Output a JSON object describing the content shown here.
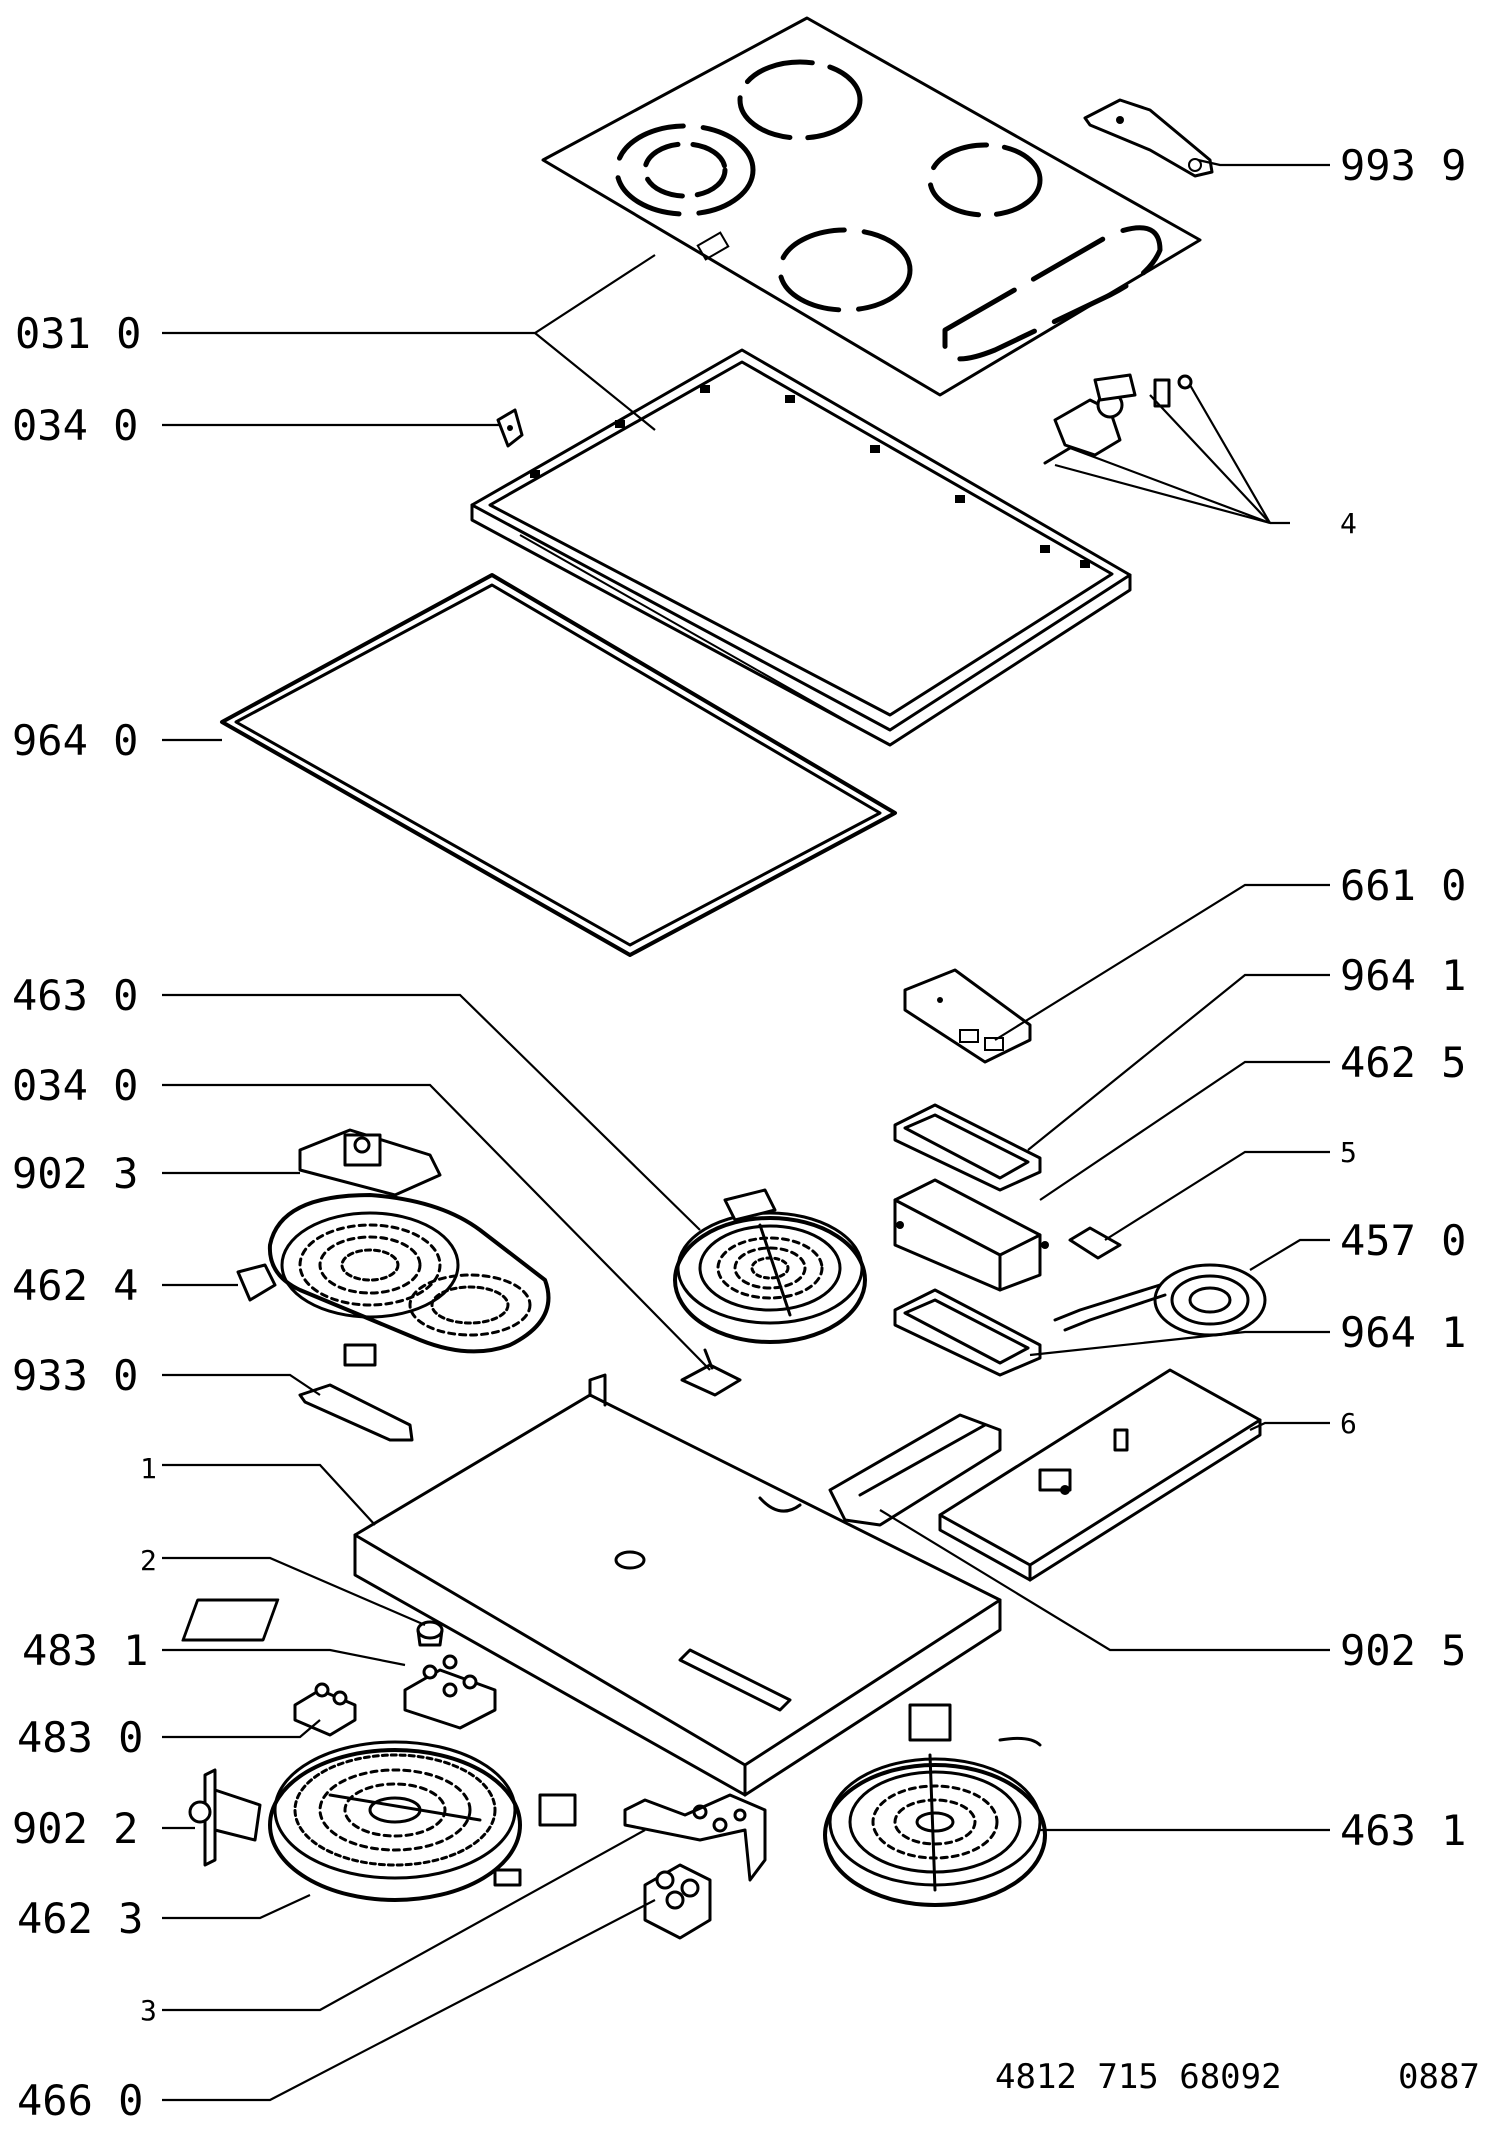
{
  "labels_left": [
    {
      "id": "031-0",
      "text": "031 0"
    },
    {
      "id": "034-0-top",
      "text": "034 0"
    },
    {
      "id": "964-0",
      "text": "964 0"
    },
    {
      "id": "463-0",
      "text": "463 0"
    },
    {
      "id": "034-0-mid",
      "text": "034 0"
    },
    {
      "id": "902-3",
      "text": "902 3"
    },
    {
      "id": "462-4",
      "text": "462 4"
    },
    {
      "id": "933-0",
      "text": "933 0"
    },
    {
      "id": "1",
      "text": "1"
    },
    {
      "id": "2",
      "text": "2"
    },
    {
      "id": "483-1",
      "text": "483 1"
    },
    {
      "id": "483-0",
      "text": "483 0"
    },
    {
      "id": "902-2",
      "text": "902 2"
    },
    {
      "id": "462-3",
      "text": "462 3"
    },
    {
      "id": "3",
      "text": "3"
    },
    {
      "id": "466-0",
      "text": "466 0"
    }
  ],
  "labels_right": [
    {
      "id": "993-9",
      "text": "993 9"
    },
    {
      "id": "4",
      "text": "4"
    },
    {
      "id": "661-0",
      "text": "661 0"
    },
    {
      "id": "964-1-top",
      "text": "964 1"
    },
    {
      "id": "462-5",
      "text": "462 5"
    },
    {
      "id": "5",
      "text": "5"
    },
    {
      "id": "457-0",
      "text": "457 0"
    },
    {
      "id": "964-1-bottom",
      "text": "964 1"
    },
    {
      "id": "6",
      "text": "6"
    },
    {
      "id": "902-5",
      "text": "902 5"
    },
    {
      "id": "463-1",
      "text": "463 1"
    }
  ],
  "footer": {
    "part_number": "4812 715 68092",
    "code": "0887"
  }
}
